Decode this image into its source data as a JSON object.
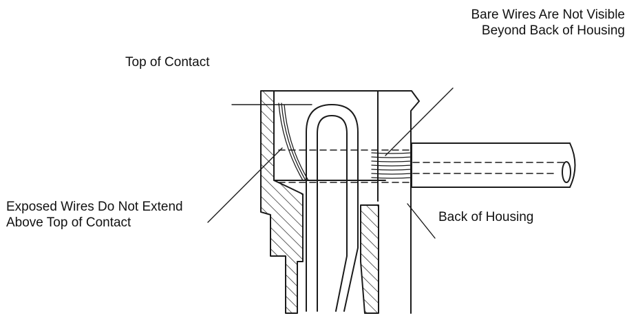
{
  "labels": {
    "bare_wires": [
      "Bare Wires Are Not Visible",
      "Beyond Back of Housing"
    ],
    "top_of_contact": "Top of Contact",
    "exposed_wires": [
      "Exposed Wires Do Not Extend",
      "Above Top of Contact"
    ],
    "back_of_housing": "Back of Housing"
  },
  "colors": {
    "ink": "#1a1a1a",
    "background": "#ffffff"
  }
}
